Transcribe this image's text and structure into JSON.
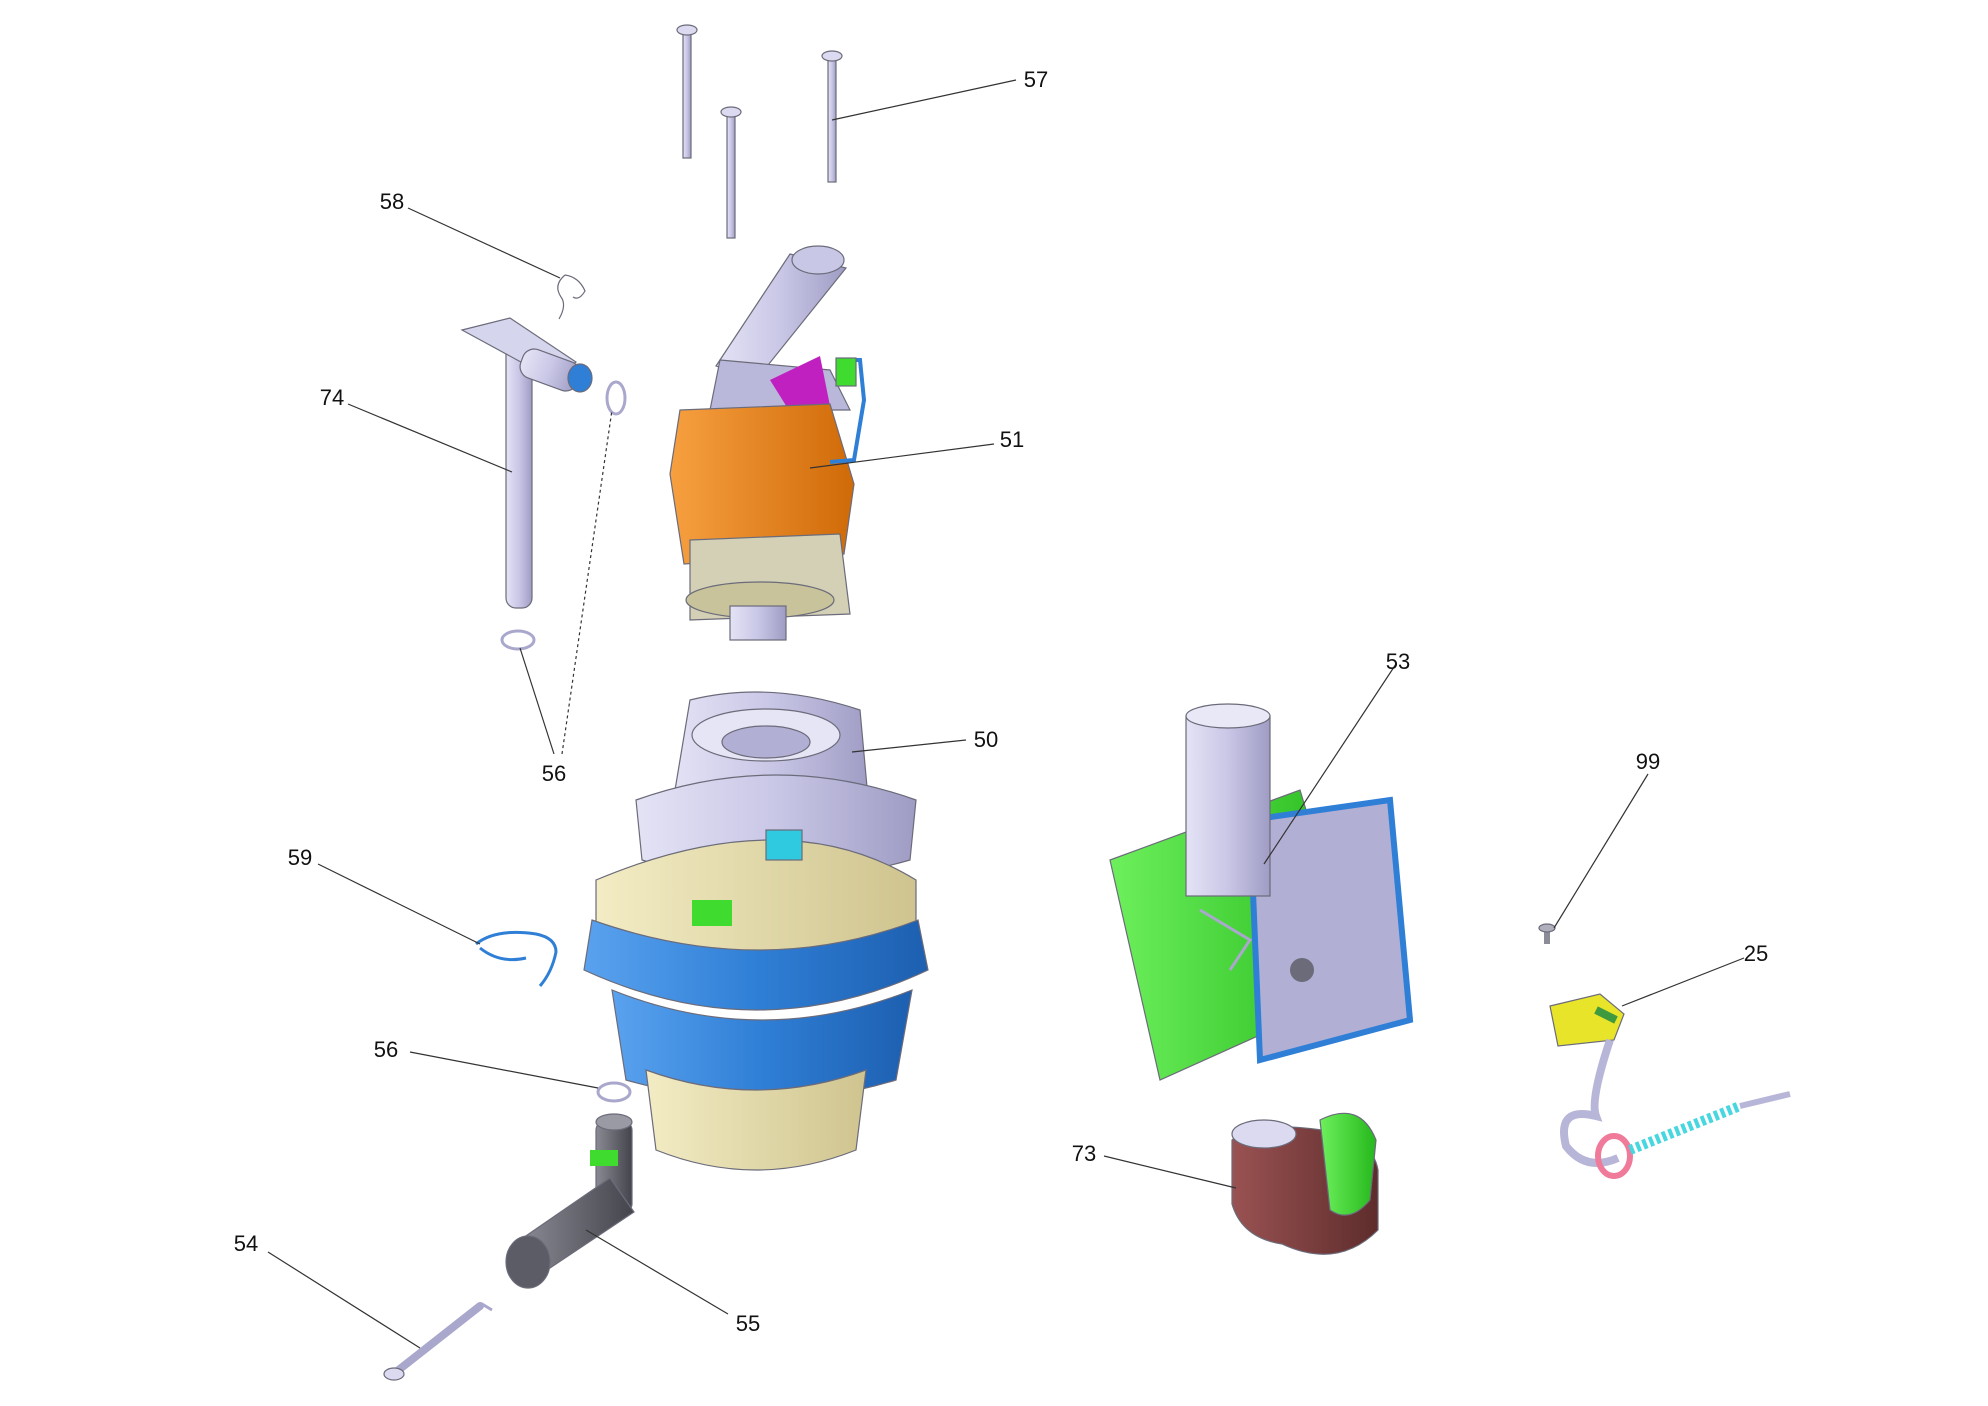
{
  "diagram": {
    "type": "exploded parts diagram",
    "callouts": [
      {
        "id": "57",
        "label": "57"
      },
      {
        "id": "58",
        "label": "58"
      },
      {
        "id": "74",
        "label": "74"
      },
      {
        "id": "51",
        "label": "51"
      },
      {
        "id": "56a",
        "label": "56"
      },
      {
        "id": "50",
        "label": "50"
      },
      {
        "id": "59",
        "label": "59"
      },
      {
        "id": "56b",
        "label": "56"
      },
      {
        "id": "54",
        "label": "54"
      },
      {
        "id": "55",
        "label": "55"
      },
      {
        "id": "53",
        "label": "53"
      },
      {
        "id": "99",
        "label": "99"
      },
      {
        "id": "25",
        "label": "25"
      },
      {
        "id": "73",
        "label": "73"
      }
    ],
    "parts": [
      {
        "name": "screws",
        "icon": "screw-icon",
        "color": "#c9c7e6"
      },
      {
        "name": "clip",
        "icon": "clip-icon",
        "color": "#c9c7e6"
      },
      {
        "name": "pipe",
        "icon": "pipe-icon",
        "color": "#c9c7e6"
      },
      {
        "name": "pump-head",
        "icon": "pump-head-icon",
        "color": "#f08a1c"
      },
      {
        "name": "o-rings",
        "icon": "o-ring-icon",
        "color": "#c9c7e6"
      },
      {
        "name": "motor",
        "icon": "motor-icon",
        "color": "#2f7fd6"
      },
      {
        "name": "spring-clip",
        "icon": "spring-clip-icon",
        "color": "#2f7fd6"
      },
      {
        "name": "valve",
        "icon": "valve-icon",
        "color": "#555560"
      },
      {
        "name": "pin",
        "icon": "pin-icon",
        "color": "#c9c7e6"
      },
      {
        "name": "capacitor-box",
        "icon": "capacitor-icon",
        "color": "#3fdc2f"
      },
      {
        "name": "small-screw",
        "icon": "small-screw-icon",
        "color": "#8c8c99"
      },
      {
        "name": "cable",
        "icon": "cable-icon",
        "color": "#e8e42a"
      },
      {
        "name": "cap",
        "icon": "cap-icon",
        "color": "#7a3a3a"
      }
    ]
  }
}
